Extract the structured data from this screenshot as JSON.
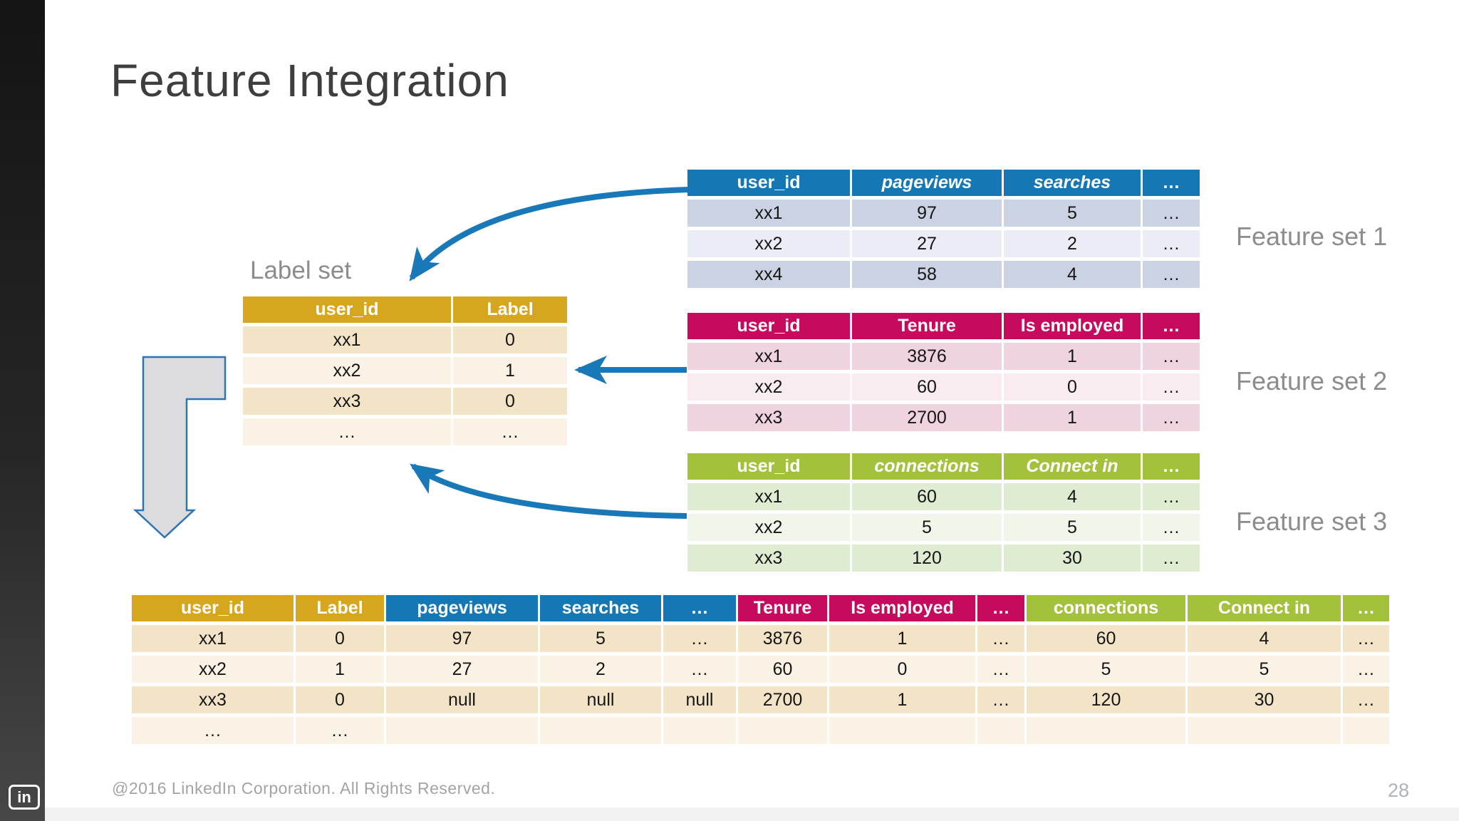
{
  "slide": {
    "title": "Feature Integration",
    "footer": "@2016 LinkedIn Corporation. All Rights Reserved.",
    "page_number": "28",
    "logo_text": "in"
  },
  "captions": {
    "label_set": "Label set",
    "feature_set_1": "Feature set 1",
    "feature_set_2": "Feature set 2",
    "feature_set_3": "Feature set 3"
  },
  "colors": {
    "gold": "#d7a61f",
    "blue": "#1577b4",
    "magenta": "#c60b5e",
    "green": "#a4c13c",
    "arrow_blue": "#1878b8",
    "bent_arrow_fill": "#dcdcde",
    "bent_arrow_stroke": "#2e74b5"
  },
  "tables": {
    "label_set": {
      "columns": [
        {
          "label": "user_id"
        },
        {
          "label": "Label"
        }
      ],
      "rows": [
        [
          "xx1",
          "0"
        ],
        [
          "xx2",
          "1"
        ],
        [
          "xx3",
          "0"
        ],
        [
          "…",
          "…"
        ]
      ]
    },
    "feature_set_1": {
      "columns": [
        {
          "label": "user_id"
        },
        {
          "label": "pageviews",
          "italic": true
        },
        {
          "label": "searches",
          "italic": true
        },
        {
          "label": "…"
        }
      ],
      "rows": [
        [
          "xx1",
          "97",
          "5",
          "…"
        ],
        [
          "xx2",
          "27",
          "2",
          "…"
        ],
        [
          "xx4",
          "58",
          "4",
          "…"
        ]
      ]
    },
    "feature_set_2": {
      "columns": [
        {
          "label": "user_id"
        },
        {
          "label": "Tenure"
        },
        {
          "label": "Is employed"
        },
        {
          "label": "…"
        }
      ],
      "rows": [
        [
          "xx1",
          "3876",
          "1",
          "…"
        ],
        [
          "xx2",
          "60",
          "0",
          "…"
        ],
        [
          "xx3",
          "2700",
          "1",
          "…"
        ]
      ]
    },
    "feature_set_3": {
      "columns": [
        {
          "label": "user_id"
        },
        {
          "label": "connections",
          "italic": true
        },
        {
          "label": "Connect in",
          "italic": true
        },
        {
          "label": "…"
        }
      ],
      "rows": [
        [
          "xx1",
          "60",
          "4",
          "…"
        ],
        [
          "xx2",
          "5",
          "5",
          "…"
        ],
        [
          "xx3",
          "120",
          "30",
          "…"
        ]
      ]
    },
    "merged": {
      "columns": [
        {
          "label": "user_id",
          "group": "gold"
        },
        {
          "label": "Label",
          "group": "gold"
        },
        {
          "label": "pageviews",
          "group": "blue"
        },
        {
          "label": "searches",
          "group": "blue"
        },
        {
          "label": "…",
          "group": "blue"
        },
        {
          "label": "Tenure",
          "group": "magenta"
        },
        {
          "label": "Is employed",
          "group": "magenta"
        },
        {
          "label": "…",
          "group": "magenta"
        },
        {
          "label": "connections",
          "group": "green"
        },
        {
          "label": "Connect in",
          "group": "green"
        },
        {
          "label": "…",
          "group": "green"
        }
      ],
      "rows": [
        [
          "xx1",
          "0",
          "97",
          "5",
          "…",
          "3876",
          "1",
          "…",
          "60",
          "4",
          "…"
        ],
        [
          "xx2",
          "1",
          "27",
          "2",
          "…",
          "60",
          "0",
          "…",
          "5",
          "5",
          "…"
        ],
        [
          "xx3",
          "0",
          "null",
          "null",
          "null",
          "2700",
          "1",
          "…",
          "120",
          "30",
          "…"
        ],
        [
          "…",
          "…",
          "",
          "",
          "",
          "",
          "",
          "",
          "",
          "",
          ""
        ]
      ]
    }
  }
}
